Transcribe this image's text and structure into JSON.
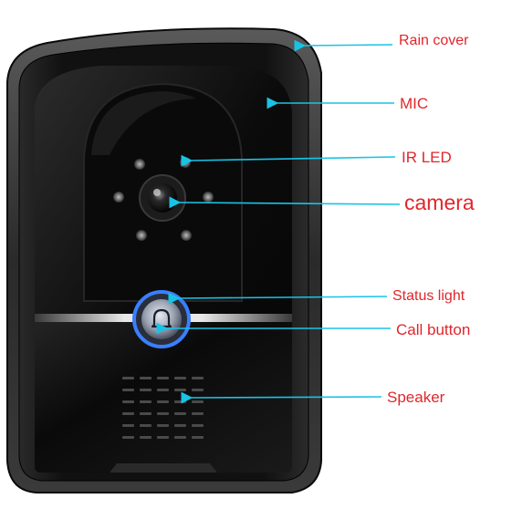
{
  "labels": {
    "rain_cover": "Rain cover",
    "mic": "MIC",
    "ir_led": "IR LED",
    "camera": "camera",
    "status_light": "Status light",
    "call_button": "Call button",
    "speaker": "Speaker"
  },
  "colors": {
    "label_text": "#e0262b",
    "pointer_arrow": "#19c3e6",
    "housing": "#151515",
    "status_ring": "#3a7fff"
  },
  "icons": {
    "call_button": "bell-icon"
  }
}
